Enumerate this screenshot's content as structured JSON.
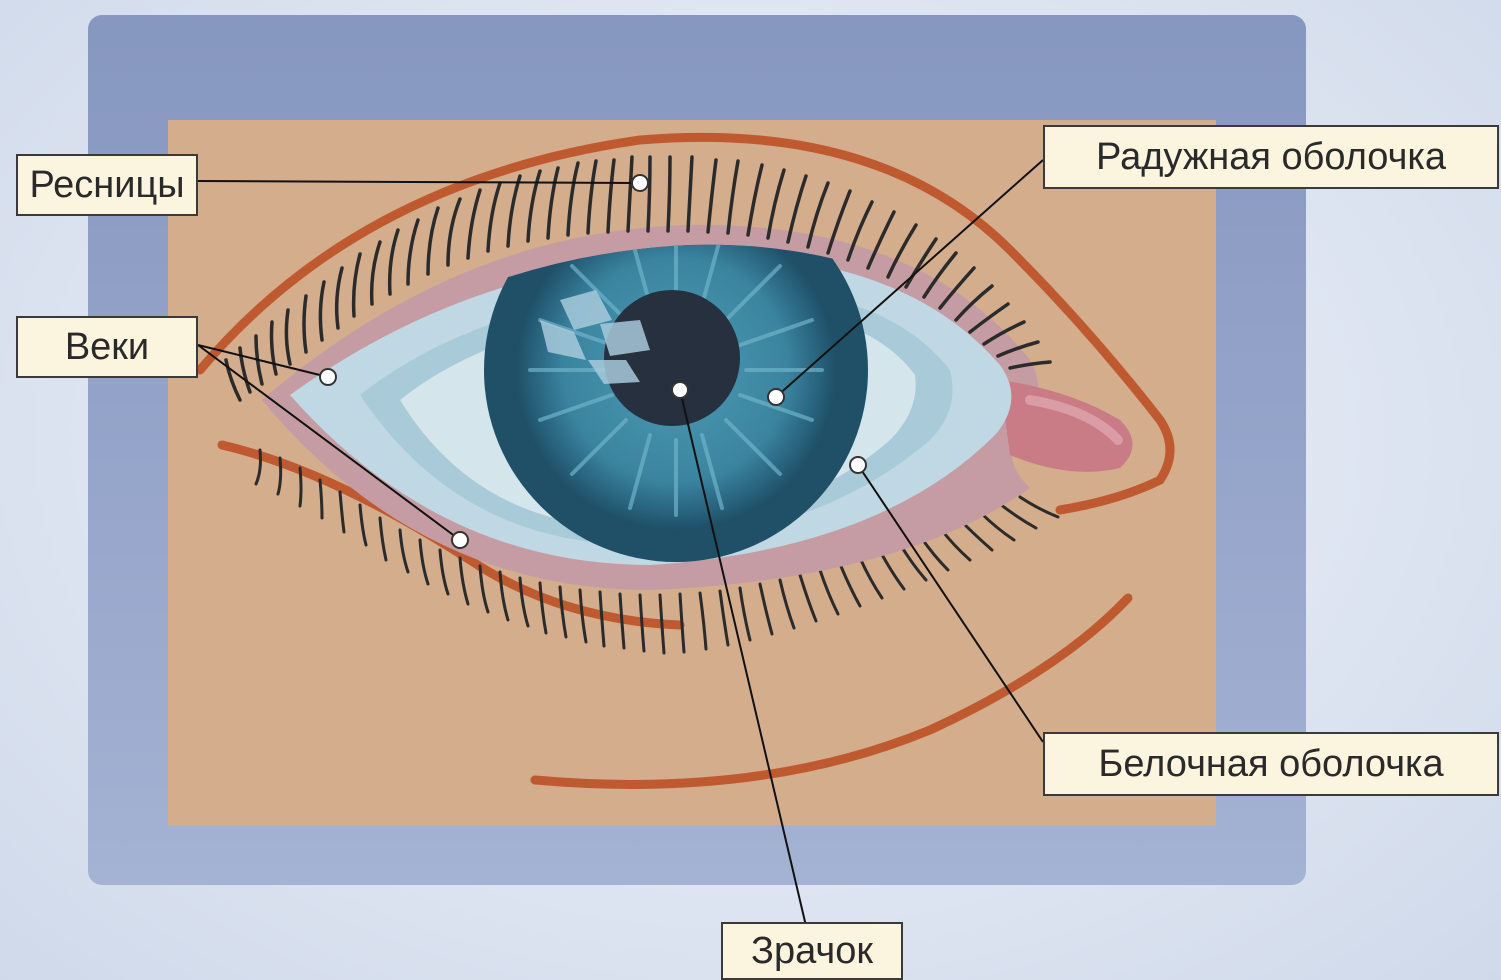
{
  "labels": {
    "eyelashes": "Ресницы",
    "eyelids": "Веки",
    "iris": "Радужная оболочка",
    "sclera": "Белочная оболочка",
    "pupil": "Зрачок"
  },
  "colors": {
    "frame": "#8c9dc4",
    "skin": "#d3ad8c",
    "eyebrow_line": "#bf5a30",
    "sclera": "#d8e7ec",
    "iris": "#3d8aa6",
    "iris_outer": "#1f5068",
    "pupil": "#26303f",
    "eyelid": "#c59ca3",
    "caruncle": "#c97c86",
    "lashes": "#2b2b2b",
    "callout_bg": "#fbf5df"
  }
}
